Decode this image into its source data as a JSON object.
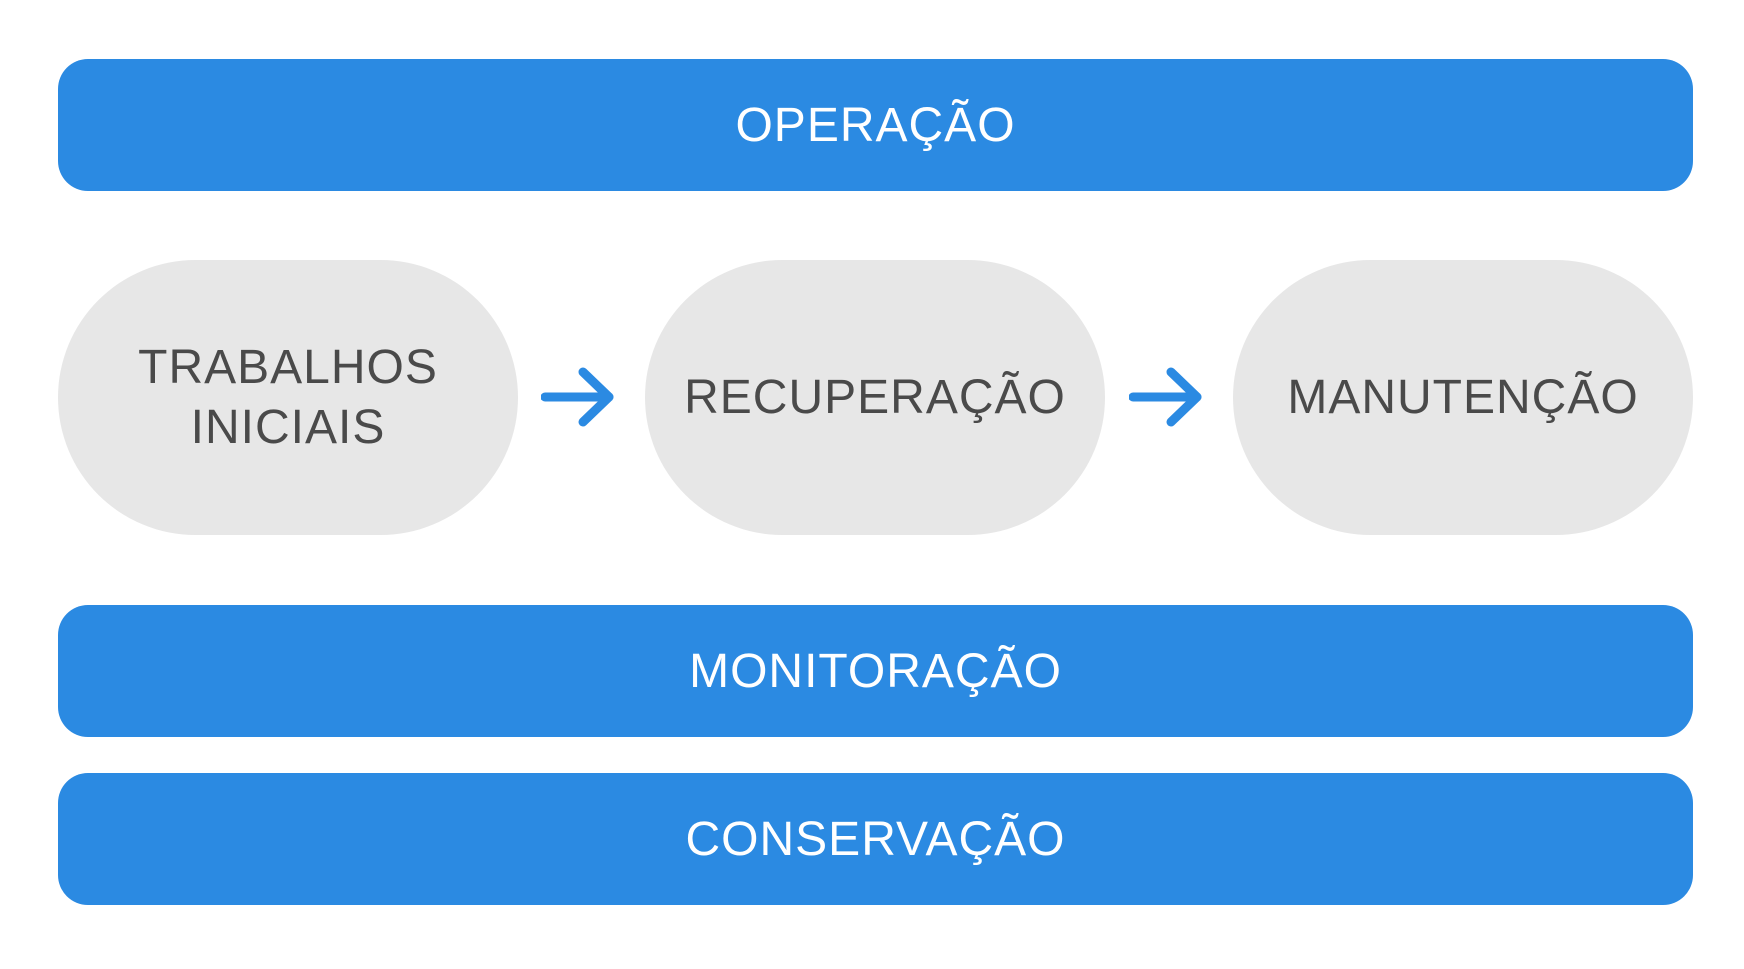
{
  "top_bar": {
    "label": "OPERAÇÃO"
  },
  "stages": [
    {
      "lines": [
        "TRABALHOS",
        "INICIAIS"
      ]
    },
    {
      "lines": [
        "RECUPERAÇÃO"
      ]
    },
    {
      "lines": [
        "MANUTENÇÃO"
      ]
    }
  ],
  "bottom_bars": [
    {
      "label": "MONITORAÇÃO"
    },
    {
      "label": "CONSERVAÇÃO"
    }
  ],
  "colors": {
    "accent_blue": "#2b8ae2",
    "stage_fill": "#e7e7e7",
    "stage_text": "#4a4a4a",
    "bar_text": "#ffffff"
  },
  "icons": [
    "arrow-right-icon",
    "arrow-right-icon"
  ]
}
